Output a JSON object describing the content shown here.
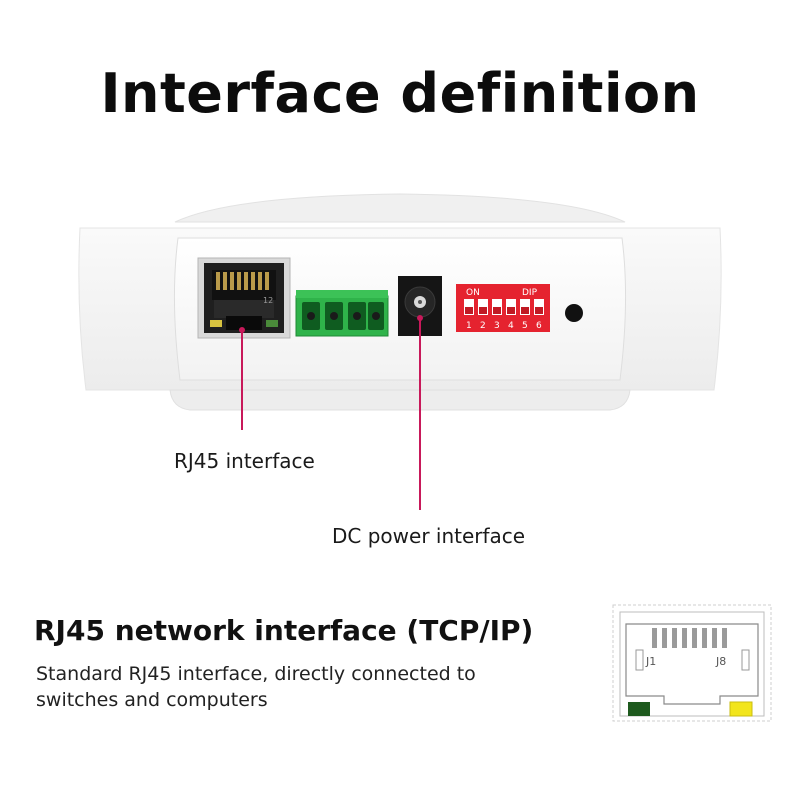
{
  "title": "Interface definition",
  "callouts": {
    "rj45": "RJ45 interface",
    "dc_power": "DC power interface"
  },
  "section": {
    "heading": "RJ45 network interface (TCP/IP)",
    "description": "Standard RJ45 interface, directly connected to switches and computers"
  },
  "device": {
    "dip_on_label": "ON",
    "dip_brand_label": "DIP",
    "dip_numbers": [
      "1",
      "2",
      "3",
      "4",
      "5",
      "6"
    ],
    "port_mark": "12"
  },
  "pinout": {
    "pin_left": "J1",
    "pin_right": "J8"
  },
  "colors": {
    "callout_line": "#c8195a",
    "terminal_green": "#2fb34a",
    "dip_red": "#e5232f",
    "led_green": "#1e5a1e",
    "led_yellow": "#f2e51c"
  }
}
